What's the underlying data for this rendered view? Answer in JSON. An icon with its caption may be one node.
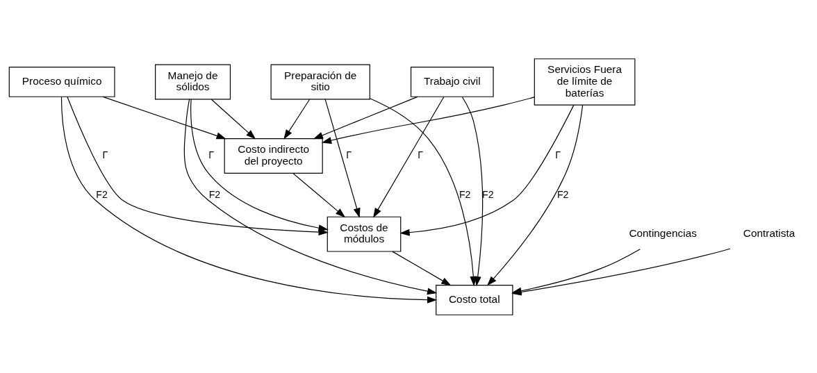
{
  "diagram": {
    "nodes": [
      {
        "text": [
          "Proceso químico"
        ]
      },
      {
        "text": [
          "Manejo de sólidos"
        ]
      },
      {
        "text": [
          "Preparación de sitio"
        ]
      },
      {
        "text": [
          "Trabajo civil"
        ]
      },
      {
        "text": [
          "Servicios Fuera de límite de baterías"
        ]
      },
      {
        "text": [
          "Costo indirecto del proyecto"
        ]
      },
      {
        "text": [
          "Costos de módulos"
        ]
      },
      {
        "text": [
          "Contingencias"
        ]
      },
      {
        "text": [
          "Contratista"
        ]
      },
      {
        "text": [
          "Costo total"
        ]
      }
    ],
    "edges": [
      {
        "from": 0,
        "to": 5,
        "arrow": "to"
      },
      {
        "from": 1,
        "to": 5,
        "arrow": "to"
      },
      {
        "from": 2,
        "to": 5,
        "arrow": "to"
      },
      {
        "from": 3,
        "to": 5,
        "arrow": "to"
      },
      {
        "from": 4,
        "to": 5,
        "arrow": "to"
      },
      {
        "from": 5,
        "to": 6,
        "arrow": "to"
      },
      {
        "from": 0,
        "to": 6,
        "label": "Γ",
        "arrow": "to"
      },
      {
        "from": 1,
        "to": 6,
        "label": "Γ",
        "arrow": "to"
      },
      {
        "from": 2,
        "to": 6,
        "label": "Γ",
        "arrow": "to"
      },
      {
        "from": 3,
        "to": 6,
        "label": "Γ",
        "arrow": "to"
      },
      {
        "from": 4,
        "to": 6,
        "label": "Γ",
        "arrow": "to"
      },
      {
        "from": 6,
        "to": 9,
        "arrow": "to"
      },
      {
        "from": 7,
        "to": 9,
        "arrow": "to"
      },
      {
        "from": 8,
        "to": 9,
        "arrow": "to"
      },
      {
        "from": 0,
        "to": 9,
        "label": "F2",
        "arrow": "to"
      },
      {
        "from": 1,
        "to": 9,
        "label": "F2",
        "arrow": "to"
      },
      {
        "from": 2,
        "to": 9,
        "label": "F2",
        "arrow": "to"
      },
      {
        "from": 3,
        "to": 9,
        "label": "F2",
        "arrow": "to"
      },
      {
        "from": 4,
        "to": 9,
        "label": "F2",
        "arrow": "to"
      }
    ]
  }
}
